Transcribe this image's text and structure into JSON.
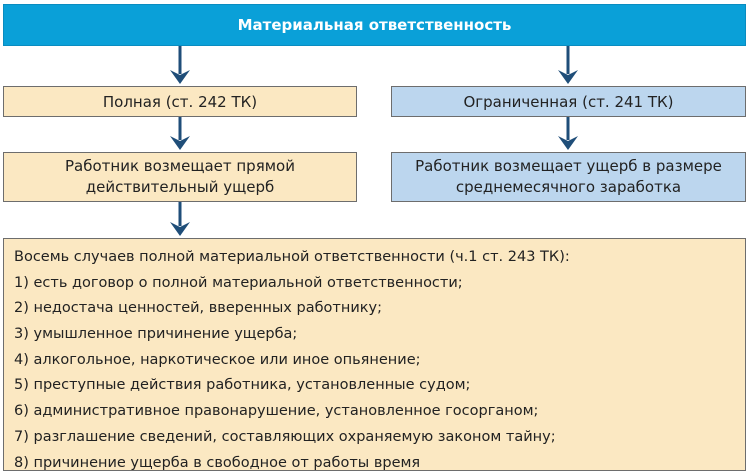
{
  "header": {
    "title": "Материальная ответственность"
  },
  "left": {
    "title": "Полная (ст. 242 ТК)",
    "description_lines": [
      "Работник возмещает прямой",
      "действительный ущерб"
    ]
  },
  "right": {
    "title": "Ограниченная (ст. 241 ТК)",
    "description_lines": [
      "Работник возмещает ущерб в размере",
      "среднемесячного заработка"
    ]
  },
  "cases": {
    "heading": "Восемь случаев полной материальной ответственности (ч.1 ст. 243 ТК):",
    "items": [
      "1) есть договор о полной материальной ответственности;",
      "2) недостача ценностей, вверенных работнику;",
      "3) умышленное причинение ущерба;",
      "4) алкогольное, наркотическое или иное опьянение;",
      "5) преступные действия работника, установленные судом;",
      "6) административное правонарушение, установленное госорганом;",
      "7) разглашение сведений, составляющих охраняемую законом тайну;",
      "8) причинение ущерба в свободное от работы время"
    ]
  },
  "colors": {
    "header": "#0aa0d8",
    "full": "#fbe8c2",
    "limited": "#bcd6ee",
    "arrow": "#1f4e79"
  }
}
